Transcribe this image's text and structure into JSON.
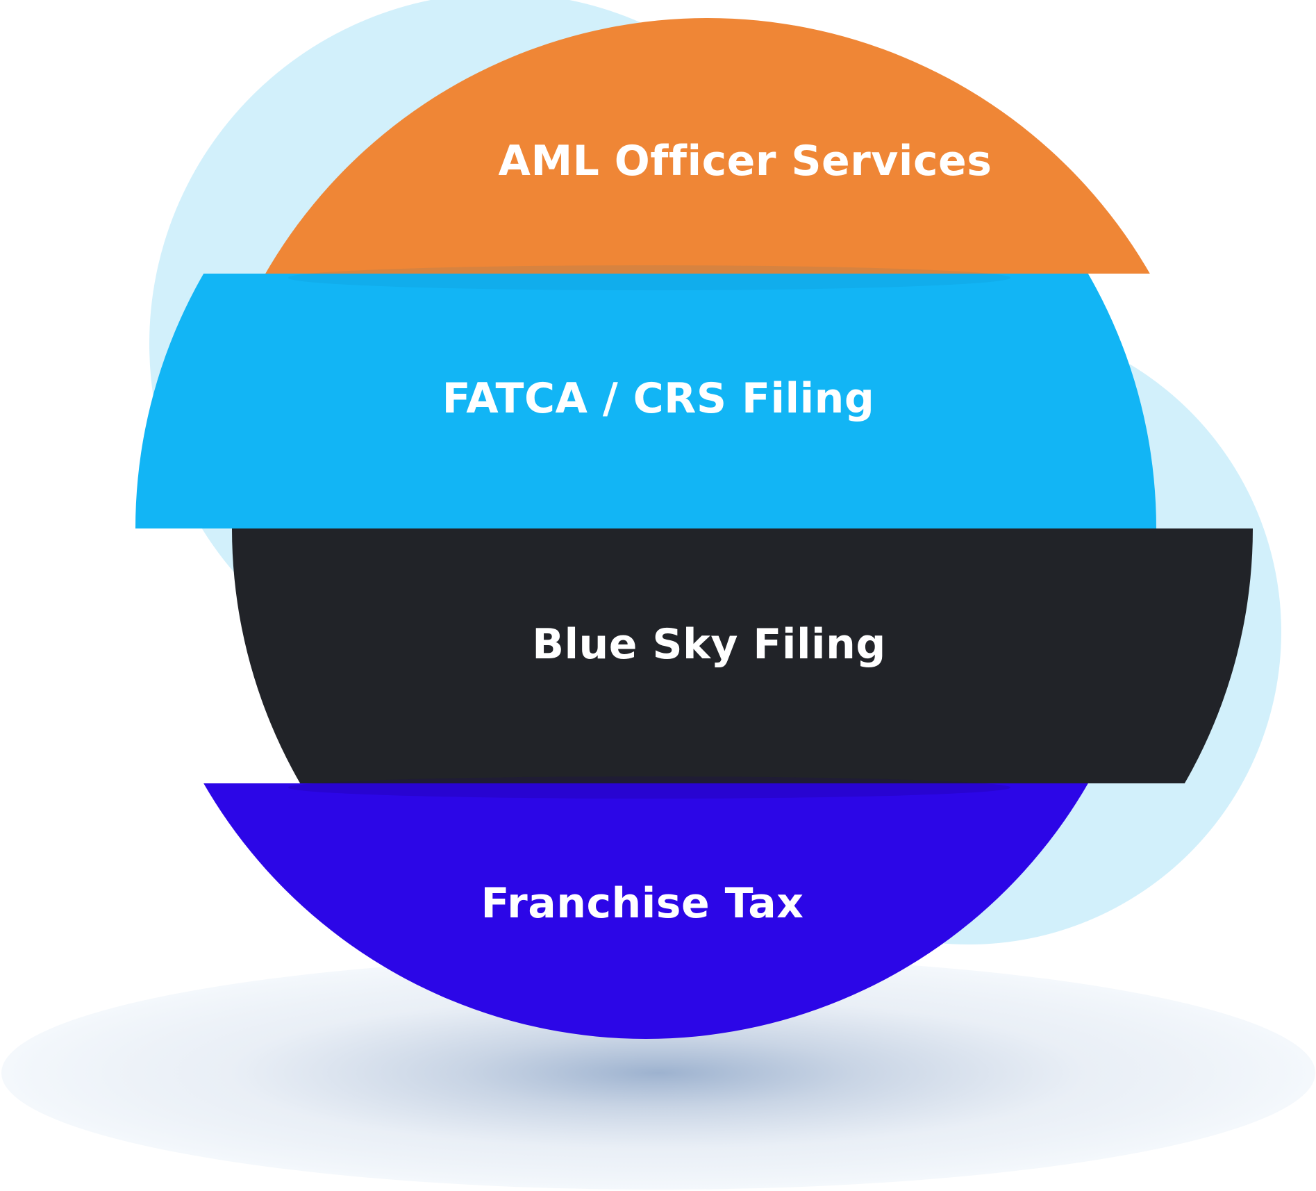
{
  "diagram": {
    "bands": [
      {
        "label": "AML Officer Services",
        "color": "#EF8636"
      },
      {
        "label": "FATCA / CRS Filing",
        "color": "#12B5F5"
      },
      {
        "label": "Blue Sky Filing",
        "color": "#212328"
      },
      {
        "label": "Franchise Tax",
        "color": "#2C06E7"
      }
    ],
    "colors": {
      "background_circle": "#D2F0FB",
      "ground_shadow": "#F4F8FC",
      "shadow_core": "#9DB2CF"
    }
  }
}
